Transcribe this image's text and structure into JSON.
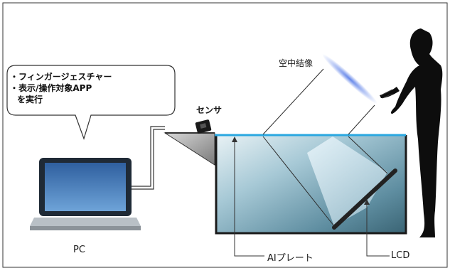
{
  "bubble": {
    "line1": "・フィンガージェスチャー",
    "line2": "・表示/操作対象APP",
    "line3": "を実行"
  },
  "labels": {
    "sensor": "センサ",
    "aerial_image": "空中結像",
    "pc": "PC",
    "ai_plate": "AIプレート",
    "lcd": "LCD"
  },
  "colors": {
    "frame": "#1a1a1a",
    "ai_plate": "#2aa7e0",
    "aerial_image": "#6f8fe8",
    "monitor_screen": "#4a86c8",
    "tank_glass": "#9fc4d2"
  }
}
